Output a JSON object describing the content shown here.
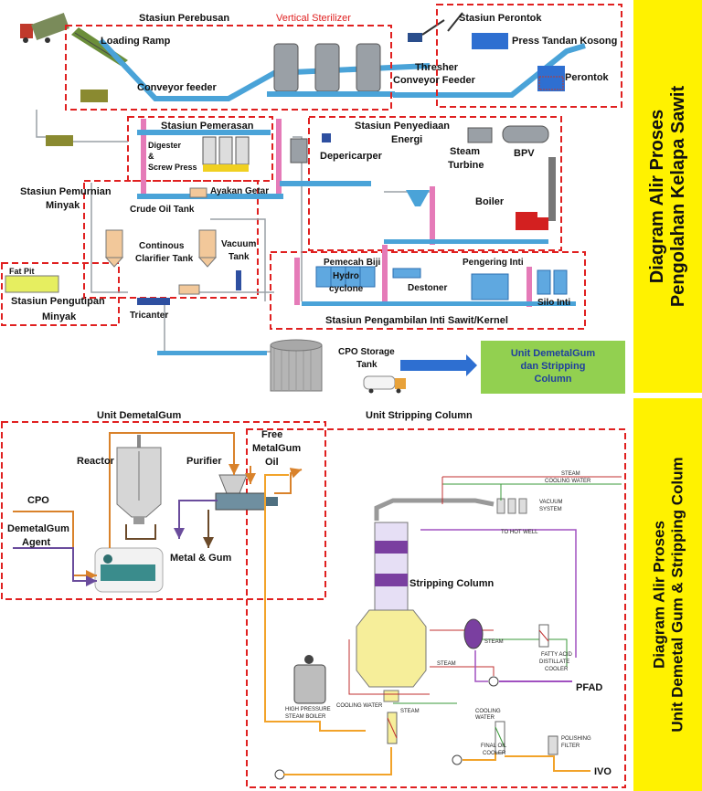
{
  "top": {
    "stations": {
      "perebusan": "Stasiun Perebusan",
      "vertical_sterilizer": "Vertical Sterilizer",
      "perontok": "Stasiun Perontok",
      "pemerasan": "Stasiun Pemerasan",
      "penyediaan_energi_1": "Stasiun Penyediaan",
      "penyediaan_energi_2": "Energi",
      "pemurnian_1": "Stasiun Pemurnian",
      "pemurnian_2": "Minyak",
      "pengutipan_1": "Stasiun Pengutipan",
      "pengutipan_2": "Minyak",
      "kernel": "Stasiun Pengambilan Inti Sawit/Kernel"
    },
    "equipment": {
      "loading_ramp": "Loading Ramp",
      "conveyor_feeder": "Conveyor feeder",
      "thresher_1": "Thresher",
      "thresher_2": "Conveyor Feeder",
      "press_tandan": "Press Tandan Kosong",
      "perontok": "Perontok",
      "digester_1": "Digester",
      "digester_2": "&",
      "digester_3": "Screw Press",
      "ayakan": "Ayakan Getar",
      "depericarper": "Depericarper",
      "steam_turbine_1": "Steam",
      "steam_turbine_2": "Turbine",
      "bpv": "BPV",
      "boiler": "Boiler",
      "crude_oil_tank": "Crude Oil Tank",
      "clarifier_1": "Continous",
      "clarifier_2": "Clarifier Tank",
      "vacuum_tank_1": "Vacuum",
      "vacuum_tank_2": "Tank",
      "fat_pit": "Fat Pit",
      "tricanter": "Tricanter",
      "pemecah_biji": "Pemecah Biji",
      "hydro_1": "Hydro",
      "hydro_2": "cyclone",
      "destoner": "Destoner",
      "pengering_inti": "Pengering Inti",
      "silo_inti": "Silo Inti",
      "cpo_storage_1": "CPO Storage",
      "cpo_storage_2": "Tank"
    },
    "green_box": "Unit DemetalGum\ndan Stripping\nColumn"
  },
  "bottom": {
    "unit_demetalgum": "Unit DemetalGum",
    "unit_stripping": "Unit Stripping Column",
    "reactor": "Reactor",
    "purifier": "Purifier",
    "free_oil_1": "Free",
    "free_oil_2": "MetalGum",
    "free_oil_3": "Oil",
    "cpo": "CPO",
    "agent_1": "DemetalGum",
    "agent_2": "Agent",
    "metal_gum": "Metal & Gum",
    "stripping_column": "Stripping Column",
    "pfad": "PFAD",
    "ivo": "IVO",
    "small": {
      "steam_top": "STEAM",
      "cooling_water_top": "COOLING WATER",
      "vacuum_1": "VACUUM",
      "vacuum_2": "SYSTEM",
      "hot_well": "TO HOT WELL",
      "steam_mid": "STEAM",
      "steam_right": "STEAM",
      "fatty_1": "FATTY ACID",
      "fatty_2": "DISTILLATE",
      "fatty_3": "COOLER",
      "hp_boiler_1": "HIGH PRESSURE",
      "hp_boiler_2": "STEAM BOILER",
      "cooling_water_mid": "COOLING WATER",
      "steam_low": "STEAM",
      "cooling_water_low_1": "COOLING",
      "cooling_water_low_2": "WATER",
      "final_cooler_1": "FINAL OIL",
      "final_cooler_2": "COOLER",
      "polishing_1": "POLISHING",
      "polishing_2": "FILTER"
    }
  },
  "side": {
    "top_1": "Diagram Alir Proses",
    "top_2": "Pengolahan Kelapa Sawit",
    "bottom_1": "Diagram Alir Proses",
    "bottom_2": "Unit Demetal Gum & Stripping Colum"
  }
}
